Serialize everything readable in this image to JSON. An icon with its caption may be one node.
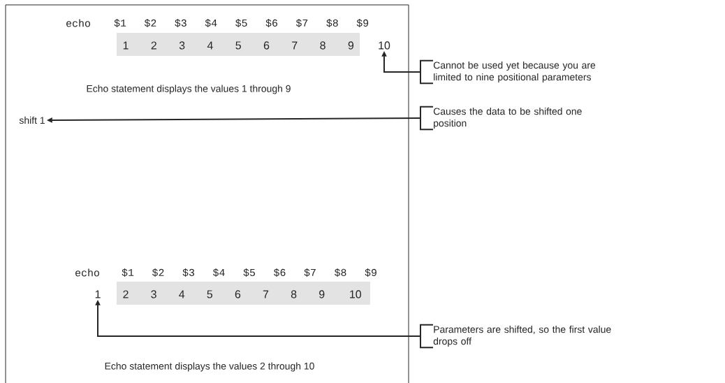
{
  "diagram": {
    "nodes": [
      {
        "text": [
          "10"
        ]
      },
      {
        "text": [
          "Cannot be used yet because you are limited to nine positional parameters"
        ]
      },
      {
        "text": [
          "shift 1"
        ]
      },
      {
        "text": [
          "Causes the data to be shifted one position"
        ]
      },
      {
        "text": [
          "1"
        ]
      },
      {
        "text": [
          "Parameters are shifted, so the first value drops off"
        ]
      }
    ],
    "edges": [
      {
        "from": 1,
        "to": 0,
        "arrow": "to"
      },
      {
        "from": 3,
        "to": 2,
        "arrow": "to"
      },
      {
        "from": 5,
        "to": 4,
        "arrow": "to"
      }
    ],
    "labels": [
      "echo",
      "$1",
      "$2",
      "$3",
      "$4",
      "$5",
      "$6",
      "$7",
      "$8",
      "$9",
      "1",
      "2",
      "3",
      "4",
      "5",
      "6",
      "7",
      "8",
      "9",
      "Echo statement displays the values 1 through 9",
      "echo",
      "$1",
      "$2",
      "$3",
      "$4",
      "$5",
      "$6",
      "$7",
      "$8",
      "$9",
      "2",
      "3",
      "4",
      "5",
      "6",
      "7",
      "8",
      "9",
      "10",
      "Echo statement displays the values 2 through 10"
    ]
  }
}
